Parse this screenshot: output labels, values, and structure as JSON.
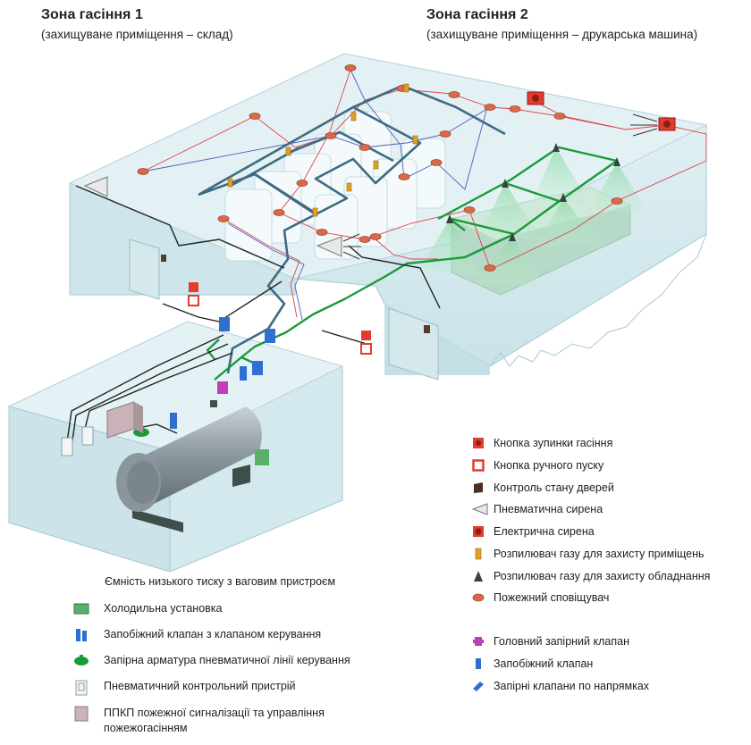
{
  "zones": [
    {
      "title": "Зона гасіння 1",
      "subtitle": "(захищуване приміщення – склад)"
    },
    {
      "title": "Зона гасіння 2",
      "subtitle": "(захищуване приміщення – друкарська машина)"
    }
  ],
  "legend_right": [
    {
      "icon": "stop-button-icon",
      "label": "Кнопка зупинки гасіння"
    },
    {
      "icon": "manual-start-button-icon",
      "label": "Кнопка ручного пуску"
    },
    {
      "icon": "door-monitor-icon",
      "label": "Контроль стану дверей"
    },
    {
      "icon": "pneumatic-siren-icon",
      "label": "Пневматична сирена"
    },
    {
      "icon": "electric-siren-icon",
      "label": "Електрична сирена"
    },
    {
      "icon": "room-nozzle-icon",
      "label": "Розпилювач газу для захисту приміщень"
    },
    {
      "icon": "equipment-nozzle-icon",
      "label": "Розпилювач газу для захисту обладнання"
    },
    {
      "icon": "fire-detector-icon",
      "label": "Пожежний сповіщувач"
    },
    {
      "icon": "main-shutoff-valve-icon",
      "label": "Головний запірний клапан"
    },
    {
      "icon": "safety-valve-icon",
      "label": "Запобіжний клапан"
    },
    {
      "icon": "directional-valves-icon",
      "label": "Запірні клапани по напрямках"
    }
  ],
  "legend_left": [
    {
      "icon": "tank-icon",
      "label": "Ємність низького тиску з ваговим пристроєм"
    },
    {
      "icon": "refrigeration-unit-icon",
      "label": "Холодильна установка"
    },
    {
      "icon": "safety-control-valve-icon",
      "label": "Запобіжний клапан з клапаном керування"
    },
    {
      "icon": "pneumatic-shutoff-icon",
      "label": "Запірна арматура пневматичної лінії керування"
    },
    {
      "icon": "pneumatic-control-device-icon",
      "label": "Пневматичний контрольний пристрій"
    },
    {
      "icon": "control-panel-icon",
      "label": "ППКП пожежної сигналізації та управління пожежогасінням"
    }
  ],
  "colors": {
    "room_wall": "#cfe7ec",
    "room_edge": "#9fc6cf",
    "pipe_main": "#3e6b83",
    "pipe_control": "#1a9a3a",
    "signal_red": "#e0404a",
    "signal_blue": "#4a5fc0",
    "detector": "#d9694a",
    "nozzle_room": "#e0a021",
    "tank": "#8e9aa1"
  }
}
